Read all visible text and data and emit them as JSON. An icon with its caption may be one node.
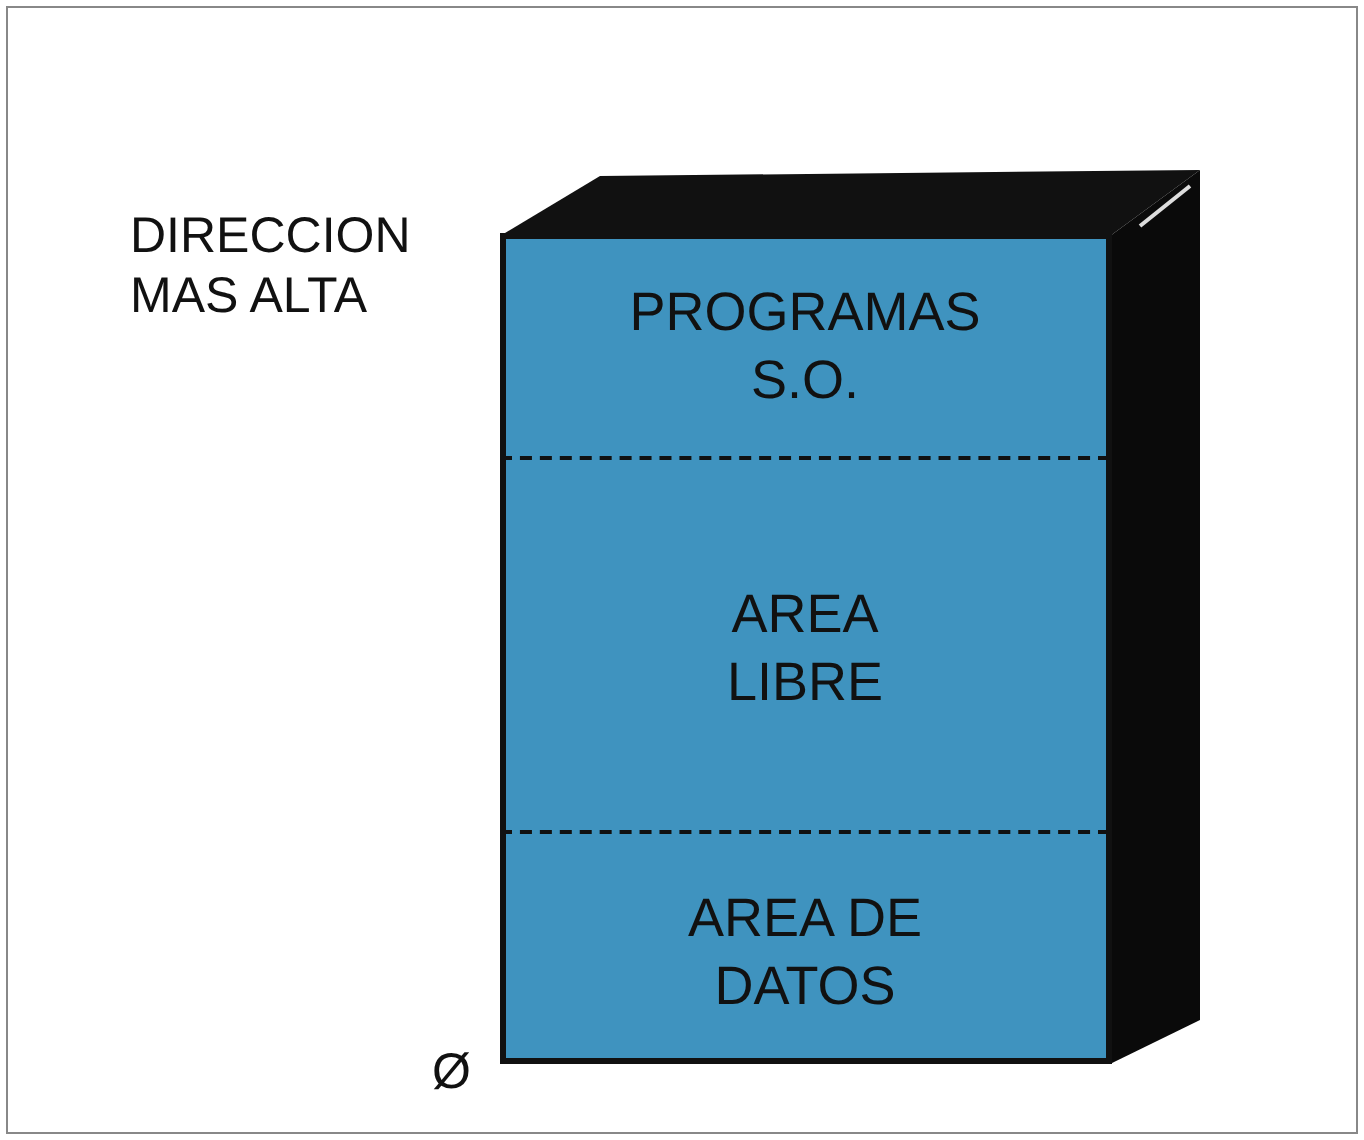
{
  "diagram": {
    "nodes": [
      {
        "text": [],
        "shape": "box"
      },
      {
        "text": [
          "PROGRAMAS S.O."
        ],
        "in": 0
      },
      {
        "text": [
          "AREA LIBRE"
        ],
        "in": 0
      },
      {
        "text": [
          "AREA DE DATOS"
        ],
        "in": 0
      }
    ],
    "labels": [
      "DIRECCION MAS ALTA",
      "Ø"
    ]
  }
}
